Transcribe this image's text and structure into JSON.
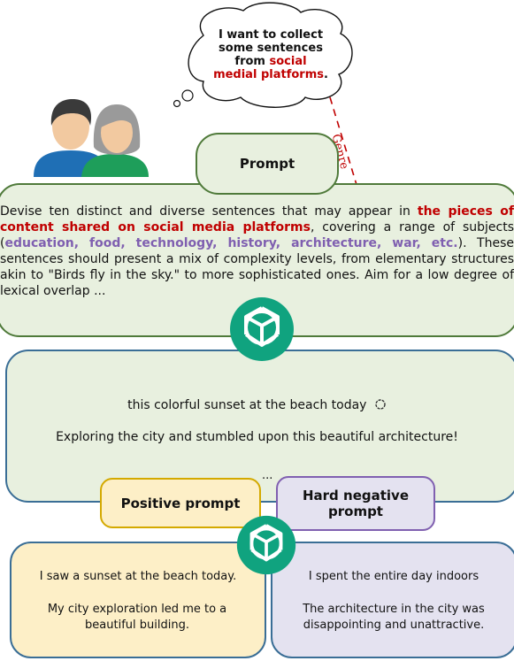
{
  "bubble": {
    "line1": "I want to collect",
    "line2": "some sentences",
    "line3": "from ",
    "line3_red": "social",
    "line4_red": "medial platforms",
    "line4_end": "."
  },
  "arrow_label": "Genre",
  "prompt_pill": "Prompt",
  "prompt_text": {
    "p1": "Devise ten distinct and diverse sentences that may appear in ",
    "p1_red": "the pieces of content shared on social media platforms",
    "p2": ", covering a range of subjects (",
    "p2_purple": "education, food, technology, history, architecture, war, etc.",
    "p3": "). These sentences should present a mix of complexity levels, from elementary structures akin to \"Birds fly in the sky.\" to more sophisticated ones. Aim for a low degree of lexical overlap ..."
  },
  "output": {
    "line1": "this colorful sunset at the beach today",
    "line2": "Exploring the city and stumbled upon this beautiful architecture!",
    "ellipsis": "..."
  },
  "positive_pill": "Positive prompt",
  "negative_pill_1": "Hard negative",
  "negative_pill_2": "prompt",
  "positive_box": {
    "line1": "I saw a sunset at the beach today.",
    "line2": "My city exploration led me to a beautiful building."
  },
  "negative_box": {
    "line1": "I spent the entire day indoors",
    "line2": "The architecture in the city was disappointing and unattractive."
  },
  "colors": {
    "green_border": "#4f7a3a",
    "green_fill": "#e8f0df",
    "blue_border": "#3a6e96",
    "gold_border": "#d4a900",
    "gold_fill": "#fdefc7",
    "purple_border": "#8060b0",
    "purple_fill": "#e4e2f0",
    "red": "#c00000"
  }
}
